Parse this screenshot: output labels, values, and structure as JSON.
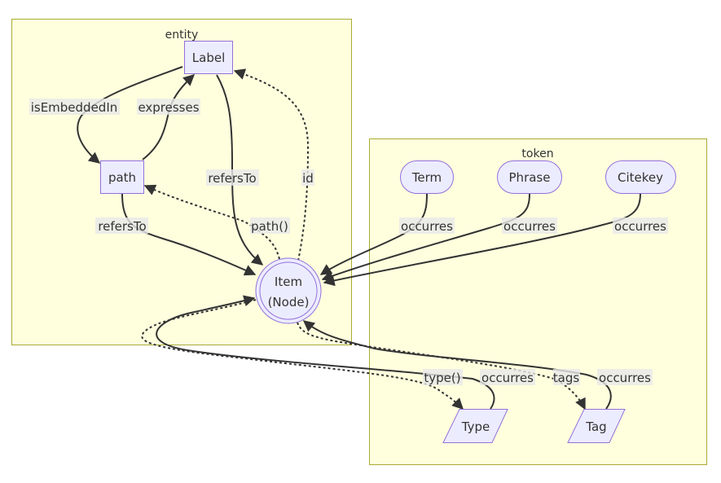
{
  "colors": {
    "cluster_fill": "#ffffde",
    "cluster_stroke": "#aaaa33",
    "node_fill": "#ececff",
    "node_stroke": "#9370db",
    "edge": "#333333",
    "edge_label_bg": "#e8e8e8"
  },
  "clusters": {
    "entity": {
      "label": "entity"
    },
    "token": {
      "label": "token"
    }
  },
  "nodes": {
    "label": {
      "text": "Label",
      "shape": "rect"
    },
    "path": {
      "text": "path",
      "shape": "rect"
    },
    "item": {
      "line1": "Item",
      "line2": "(Node)",
      "shape": "double-circle"
    },
    "term": {
      "text": "Term",
      "shape": "stadium"
    },
    "phrase": {
      "text": "Phrase",
      "shape": "stadium"
    },
    "citekey": {
      "text": "Citekey",
      "shape": "stadium"
    },
    "type": {
      "text": "Type",
      "shape": "parallelogram"
    },
    "tag": {
      "text": "Tag",
      "shape": "parallelogram"
    }
  },
  "edges": [
    {
      "id": "label-path",
      "from": "Label",
      "to": "path",
      "label": "isEmbeddedIn",
      "style": "solid"
    },
    {
      "id": "path-label",
      "from": "path",
      "to": "Label",
      "label": "expresses",
      "style": "solid"
    },
    {
      "id": "label-item",
      "from": "Label",
      "to": "Item",
      "label": "refersTo",
      "style": "solid"
    },
    {
      "id": "item-label",
      "from": "Item",
      "to": "Label",
      "label": "id",
      "style": "dotted"
    },
    {
      "id": "path-item",
      "from": "path",
      "to": "Item",
      "label": "refersTo",
      "style": "solid"
    },
    {
      "id": "item-path",
      "from": "Item",
      "to": "path",
      "label": "path()",
      "style": "dotted"
    },
    {
      "id": "term-item",
      "from": "Term",
      "to": "Item",
      "label": "occurres",
      "style": "solid"
    },
    {
      "id": "phrase-item",
      "from": "Phrase",
      "to": "Item",
      "label": "occurres",
      "style": "solid"
    },
    {
      "id": "citekey-item",
      "from": "Citekey",
      "to": "Item",
      "label": "occurres",
      "style": "solid"
    },
    {
      "id": "item-type",
      "from": "Item",
      "to": "Type",
      "label": "type()",
      "style": "dotted"
    },
    {
      "id": "type-item",
      "from": "Type",
      "to": "Item",
      "label": "occurres",
      "style": "solid"
    },
    {
      "id": "item-tag",
      "from": "Item",
      "to": "Tag",
      "label": "tags",
      "style": "dotted"
    },
    {
      "id": "tag-item",
      "from": "Tag",
      "to": "Item",
      "label": "occurres",
      "style": "solid"
    }
  ]
}
